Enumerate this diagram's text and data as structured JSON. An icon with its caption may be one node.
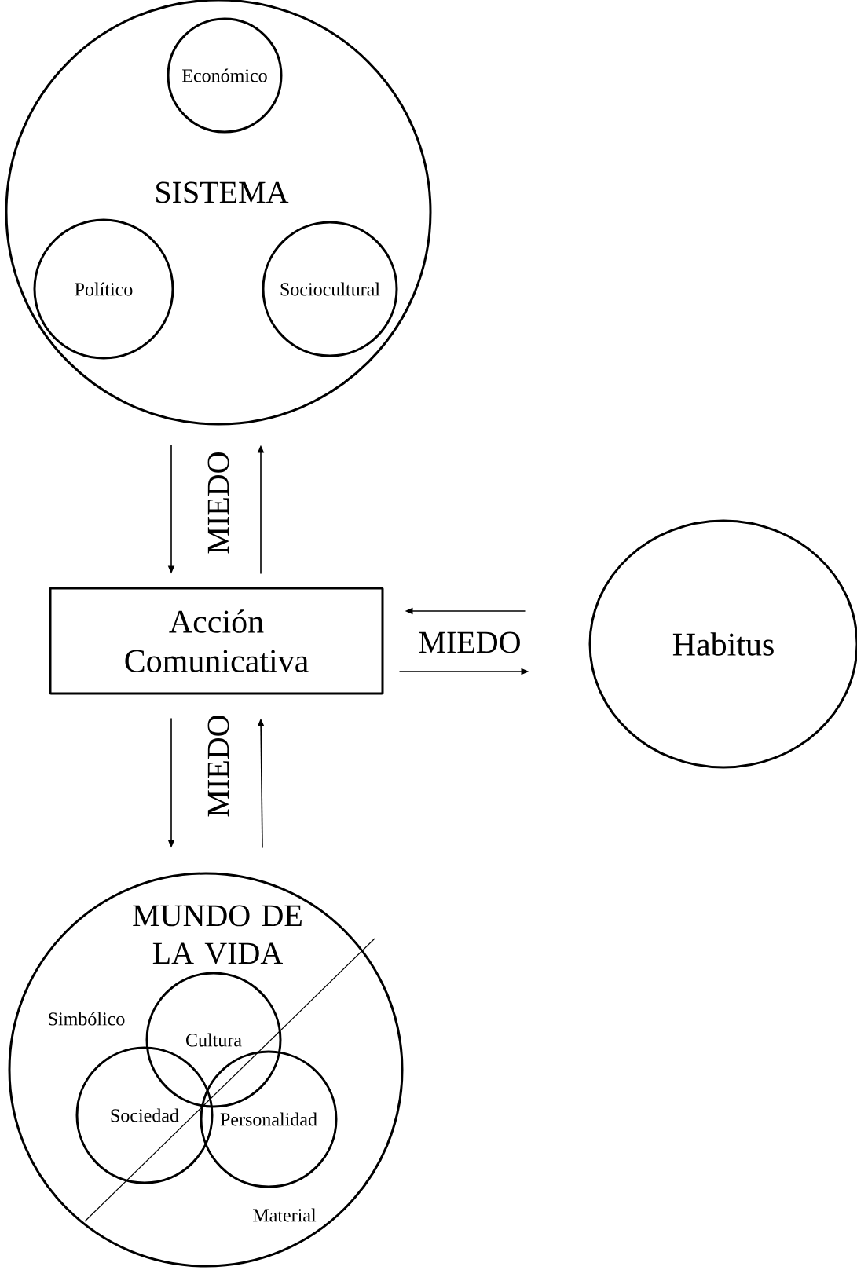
{
  "diagram": {
    "nodes": [
      {
        "text": [
          "SISTEMA"
        ]
      },
      {
        "text": [
          "Económico"
        ],
        "in": 0
      },
      {
        "text": [
          "Político"
        ],
        "in": 0
      },
      {
        "text": [
          "Sociocultural"
        ],
        "in": 0
      },
      {
        "text": [
          "Acción Comunicativa"
        ]
      },
      {
        "text": [
          "Habitus"
        ]
      },
      {
        "text": [
          "MUNDO DE LA VIDA"
        ]
      },
      {
        "text": [
          "Cultura"
        ],
        "in": 6
      },
      {
        "text": [
          "Sociedad"
        ],
        "in": 6
      },
      {
        "text": [
          "Personalidad"
        ],
        "in": 6
      }
    ],
    "edges": [
      {
        "from": 0,
        "to": 4,
        "arrow": "to",
        "label": "MIEDO"
      },
      {
        "from": 4,
        "to": 0,
        "arrow": "to"
      },
      {
        "from": 5,
        "to": 4,
        "arrow": "to",
        "label": "MIEDO"
      },
      {
        "from": 4,
        "to": 5,
        "arrow": "to"
      },
      {
        "from": 4,
        "to": 6,
        "arrow": "to",
        "label": "MIEDO"
      },
      {
        "from": 6,
        "to": 4,
        "arrow": "to"
      }
    ],
    "labels": [
      "Simbólico",
      "Material"
    ]
  }
}
